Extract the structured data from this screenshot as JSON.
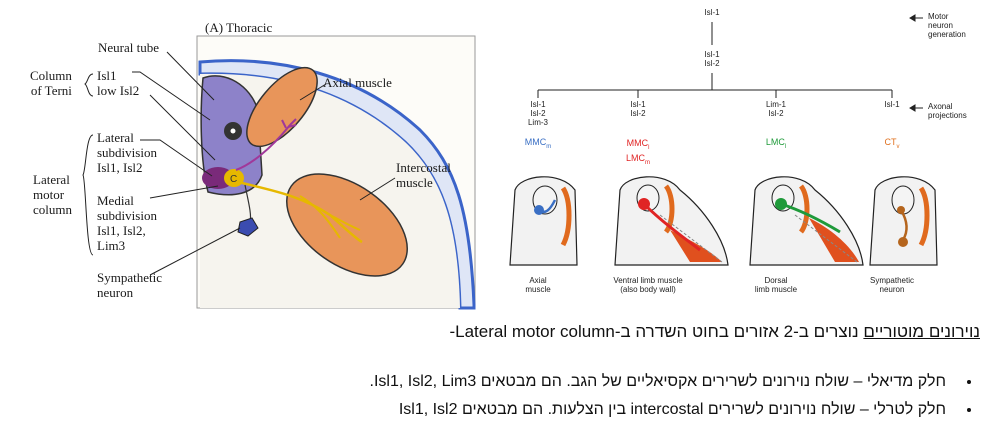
{
  "left_figure": {
    "panel_label": "(A)  Thoracic",
    "labels": {
      "neural_tube": "Neural tube",
      "column_terni": "Column\nof Terni",
      "terni_markers": "Isl1\nlow Isl2",
      "lateral_sub": "Lateral\nsubdivision\nIsl1, Isl2",
      "lateral_motor_column": "Lateral\nmotor\ncolumn",
      "medial_sub": "Medial\nsubdivision\nIsl1, Isl2,\nLim3",
      "sympathetic": "Sympathetic\nneuron",
      "axial_muscle": "Axial muscle",
      "intercostal": "Intercostal\nmuscle",
      "c_mark": "C"
    }
  },
  "right_figure": {
    "top_marker": "Isl-1",
    "second_marker": "Isl-1\nIsl-2",
    "motor_gen": "Motor\nneuron\ngeneration",
    "axonal": "Axonal\nprojections",
    "columns": [
      {
        "markers": "Isl-1\nIsl-2\nLim-3",
        "type": "MMC",
        "sub": "m",
        "type_color": "#3a6fc4",
        "caption": "Axial\nmuscle"
      },
      {
        "markers": "Isl-1\nIsl-2",
        "type": "MMC",
        "sub": "l",
        "type2": "LMC",
        "sub2": "m",
        "type_color": "#e02424",
        "caption": "Ventral  limb muscle\n(also body wall)"
      },
      {
        "markers": "Lim-1\nIsl-2",
        "type": "LMC",
        "sub": "l",
        "type_color": "#1f9a3a",
        "caption": "Dorsal\nlimb muscle"
      },
      {
        "markers": "Isl-1",
        "type": "CT",
        "sub": "v",
        "type_color": "#e0701e",
        "caption": "Sympathetic\nneuron"
      }
    ]
  },
  "text": {
    "heading_underlined": "נוירונים מוטוריים",
    "heading_rest": " נוצרים ב-2 אזורים בחוט השדרה ב-Lateral motor column-",
    "bullets": [
      "חלק מדיאלי – שולח נוירונים לשרירים אקסיאליים של הגב. הם מבטאים Isl1, Isl2, Lim3.",
      "חלק לטרלי – שולח נוירונים לשרירים intercostal בין הצלעות. הם מבטאים Isl1, Isl2"
    ]
  },
  "colors": {
    "purple": "#8d82c9",
    "orange": "#e8955a",
    "blue_edge": "#3b64c9",
    "yellow": "#e6b800"
  }
}
